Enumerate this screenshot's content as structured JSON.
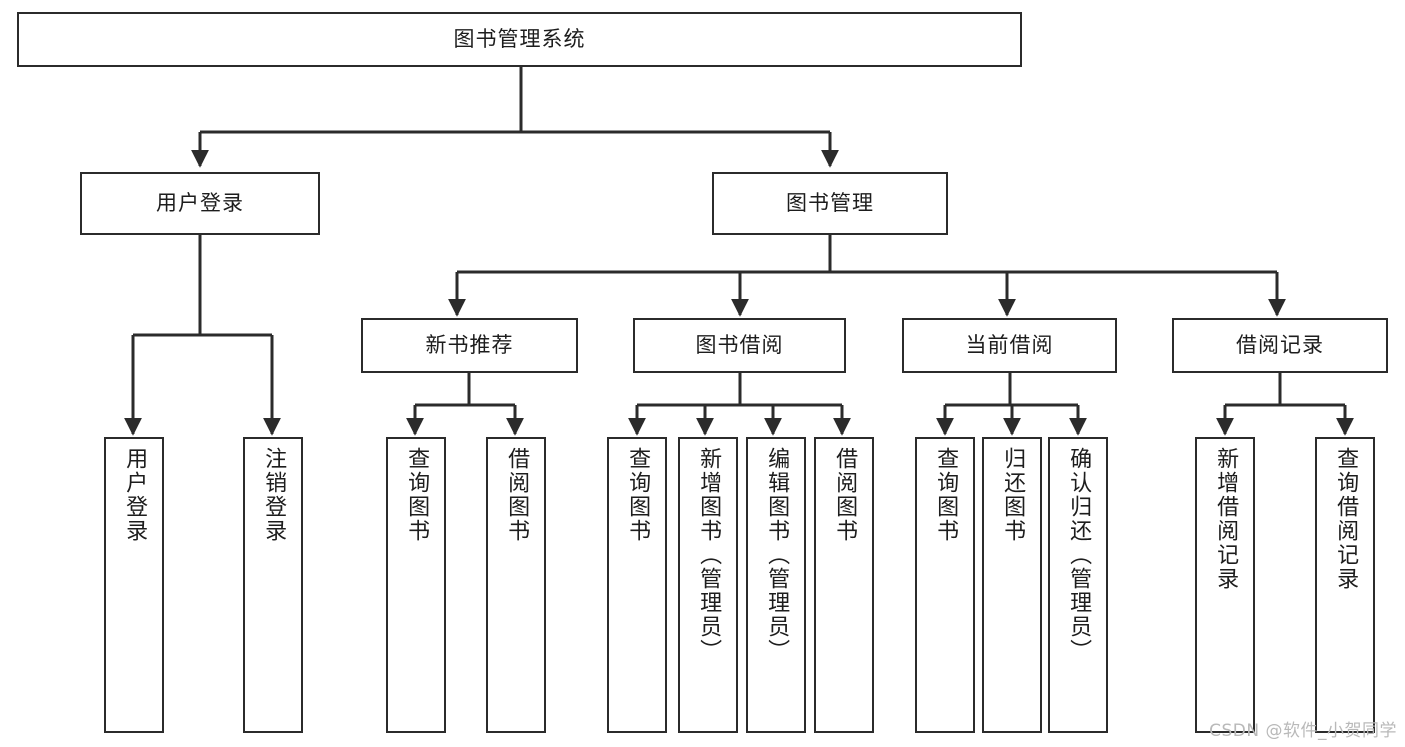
{
  "diagram": {
    "title": "图书管理系统",
    "type": "tree-hierarchy",
    "orientation": "top-down",
    "stroke_color": "#2b2b2b",
    "fill_color": "#ffffff",
    "text_color": "#1d1d1d",
    "nodes": {
      "root": {
        "label": "图书管理系统",
        "level": 1,
        "text_direction": "horizontal"
      },
      "l2": [
        {
          "id": "user-login",
          "label": "用户登录",
          "level": 2,
          "text_direction": "horizontal"
        },
        {
          "id": "book-manage",
          "label": "图书管理",
          "level": 2,
          "text_direction": "horizontal"
        }
      ],
      "l3": [
        {
          "id": "new-book-rec",
          "label": "新书推荐",
          "level": 3,
          "text_direction": "horizontal"
        },
        {
          "id": "book-borrow",
          "label": "图书借阅",
          "level": 3,
          "text_direction": "horizontal"
        },
        {
          "id": "current-borrow",
          "label": "当前借阅",
          "level": 3,
          "text_direction": "horizontal"
        },
        {
          "id": "borrow-record",
          "label": "借阅记录",
          "level": 3,
          "text_direction": "horizontal"
        }
      ],
      "leaves": [
        {
          "id": "leaf-user-login",
          "label": "用户登录",
          "parent": "user-login",
          "text_direction": "vertical"
        },
        {
          "id": "leaf-user-logout",
          "label": "注销登录",
          "parent": "user-login",
          "text_direction": "vertical"
        },
        {
          "id": "leaf-rec-query-book",
          "label": "查询图书",
          "parent": "new-book-rec",
          "text_direction": "vertical"
        },
        {
          "id": "leaf-rec-borrow-book",
          "label": "借阅图书",
          "parent": "new-book-rec",
          "text_direction": "vertical"
        },
        {
          "id": "leaf-bb-query-book",
          "label": "查询图书",
          "parent": "book-borrow",
          "text_direction": "vertical"
        },
        {
          "id": "leaf-bb-add-book",
          "label": "新增图书（管理员）",
          "parent": "book-borrow",
          "text_direction": "vertical"
        },
        {
          "id": "leaf-bb-edit-book",
          "label": "编辑图书（管理员）",
          "parent": "book-borrow",
          "text_direction": "vertical"
        },
        {
          "id": "leaf-bb-borrow-book",
          "label": "借阅图书",
          "parent": "book-borrow",
          "text_direction": "vertical"
        },
        {
          "id": "leaf-cb-query-book",
          "label": "查询图书",
          "parent": "current-borrow",
          "text_direction": "vertical"
        },
        {
          "id": "leaf-cb-return-book",
          "label": "归还图书",
          "parent": "current-borrow",
          "text_direction": "vertical"
        },
        {
          "id": "leaf-cb-confirm-return",
          "label": "确认归还（管理员）",
          "parent": "current-borrow",
          "text_direction": "vertical"
        },
        {
          "id": "leaf-br-add-record",
          "label": "新增借阅记录",
          "parent": "borrow-record",
          "text_direction": "vertical"
        },
        {
          "id": "leaf-br-query-record",
          "label": "查询借阅记录",
          "parent": "borrow-record",
          "text_direction": "vertical"
        }
      ]
    }
  },
  "watermark": {
    "text": "CSDN @软件_小贺同学"
  }
}
